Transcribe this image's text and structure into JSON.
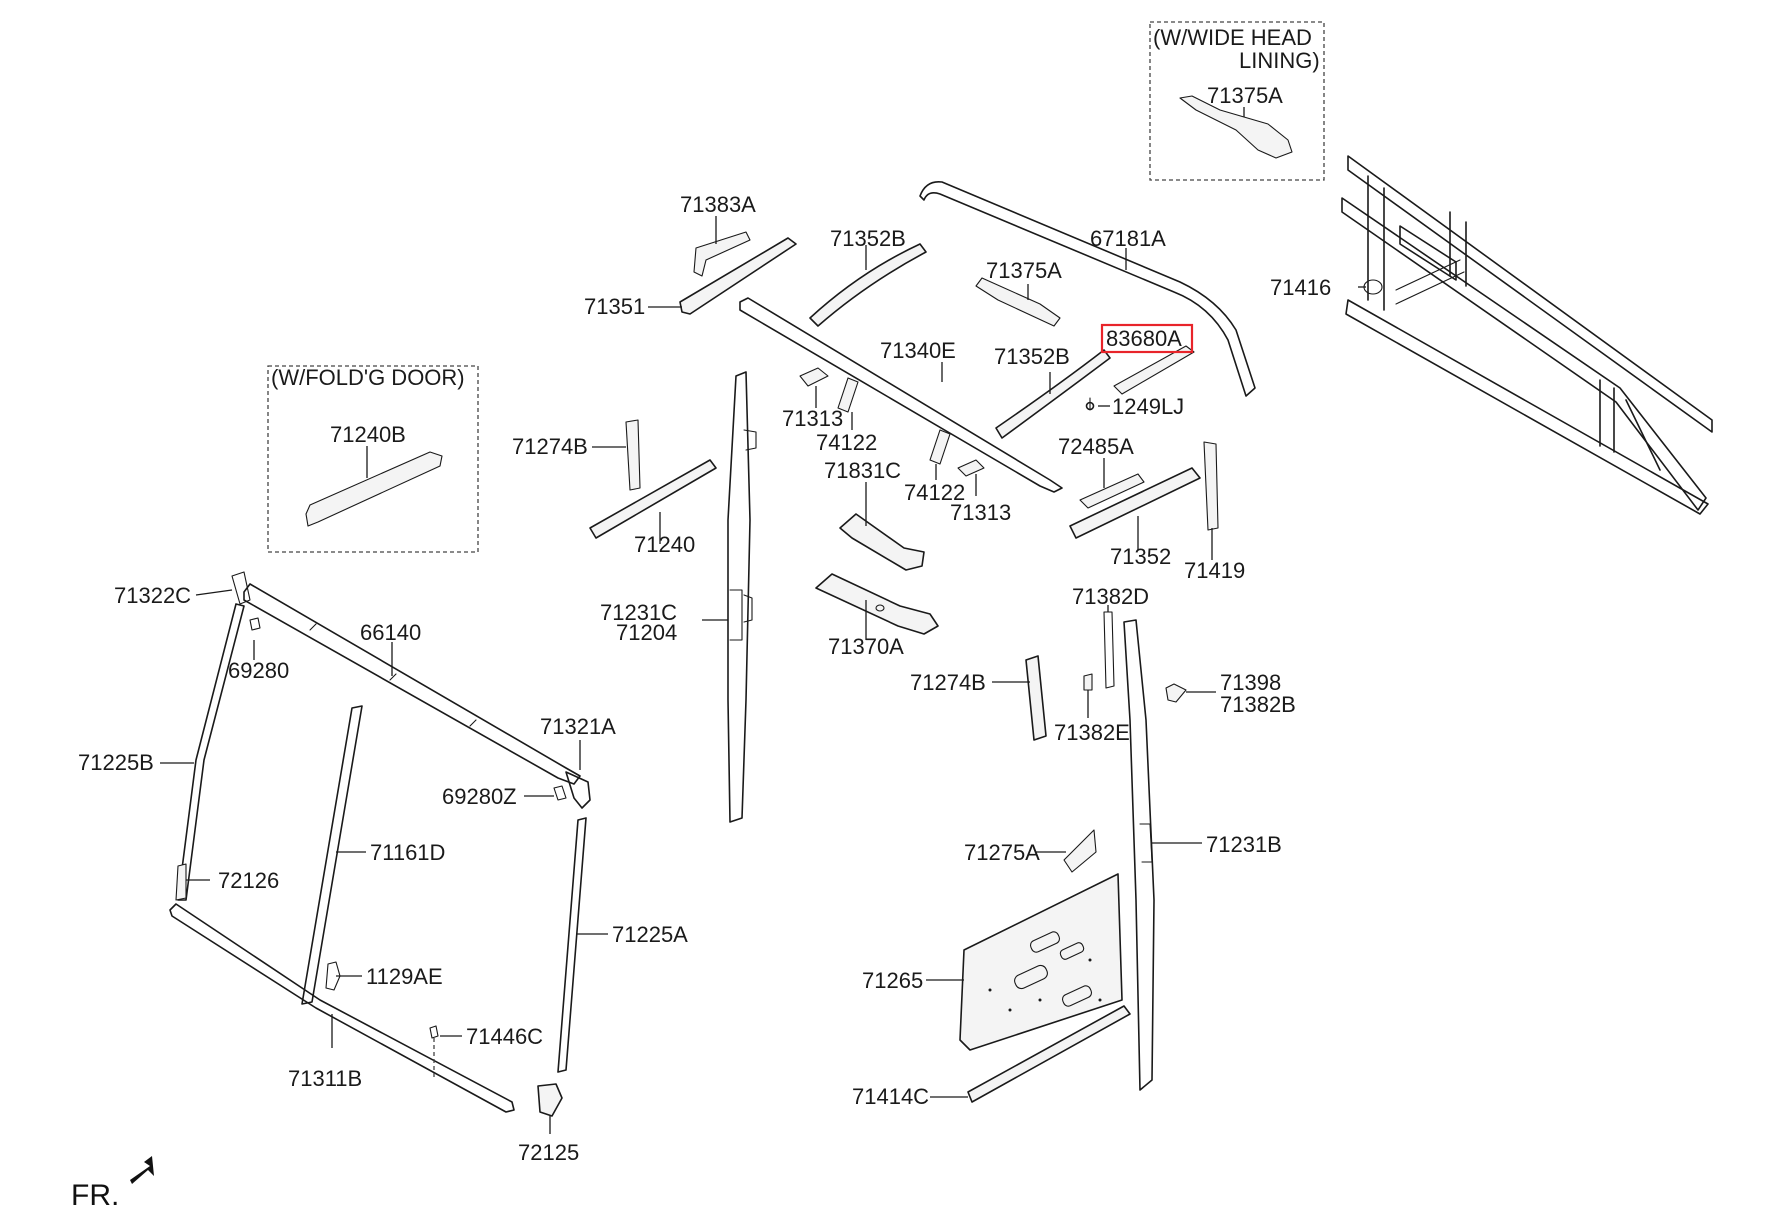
{
  "boxes": {
    "wide_head": [
      "(W/WIDE HEAD",
      "LINING)"
    ],
    "fold_door": "(W/FOLD'G DOOR)"
  },
  "labels": {
    "p71375A_top": "71375A",
    "p71383A": "71383A",
    "p71352B_a": "71352B",
    "p67181A": "67181A",
    "p71375A": "71375A",
    "p71416": "71416",
    "p71351": "71351",
    "p83680A": "83680A",
    "p71340E": "71340E",
    "p71352B_b": "71352B",
    "p1249LJ": "1249LJ",
    "p71240B": "71240B",
    "p71313_a": "71313",
    "p74122_a": "74122",
    "p71274B_a": "71274B",
    "p71831C": "71831C",
    "p72485A": "72485A",
    "p74122_b": "74122",
    "p71313_b": "71313",
    "p71240": "71240",
    "p71352": "71352",
    "p71419": "71419",
    "p71322C": "71322C",
    "p71382D": "71382D",
    "p66140": "66140",
    "p71231C": "71231C",
    "p71204": "71204",
    "p69280": "69280",
    "p71370A": "71370A",
    "p71274B_b": "71274B",
    "p71398": "71398",
    "p71382B": "71382B",
    "p71382E": "71382E",
    "p71321A": "71321A",
    "p71225B": "71225B",
    "p69280Z": "69280Z",
    "p71161D": "71161D",
    "p71275A": "71275A",
    "p71231B": "71231B",
    "p72126": "72126",
    "p71225A": "71225A",
    "p1129AE": "1129AE",
    "p71265": "71265",
    "p71446C": "71446C",
    "p71311B": "71311B",
    "p71414C": "71414C",
    "p72125": "72125"
  },
  "fr": "FR.",
  "colors": {
    "highlight": "#e8242a",
    "line": "#1a1a1a"
  },
  "highlighted_part": "83680A"
}
